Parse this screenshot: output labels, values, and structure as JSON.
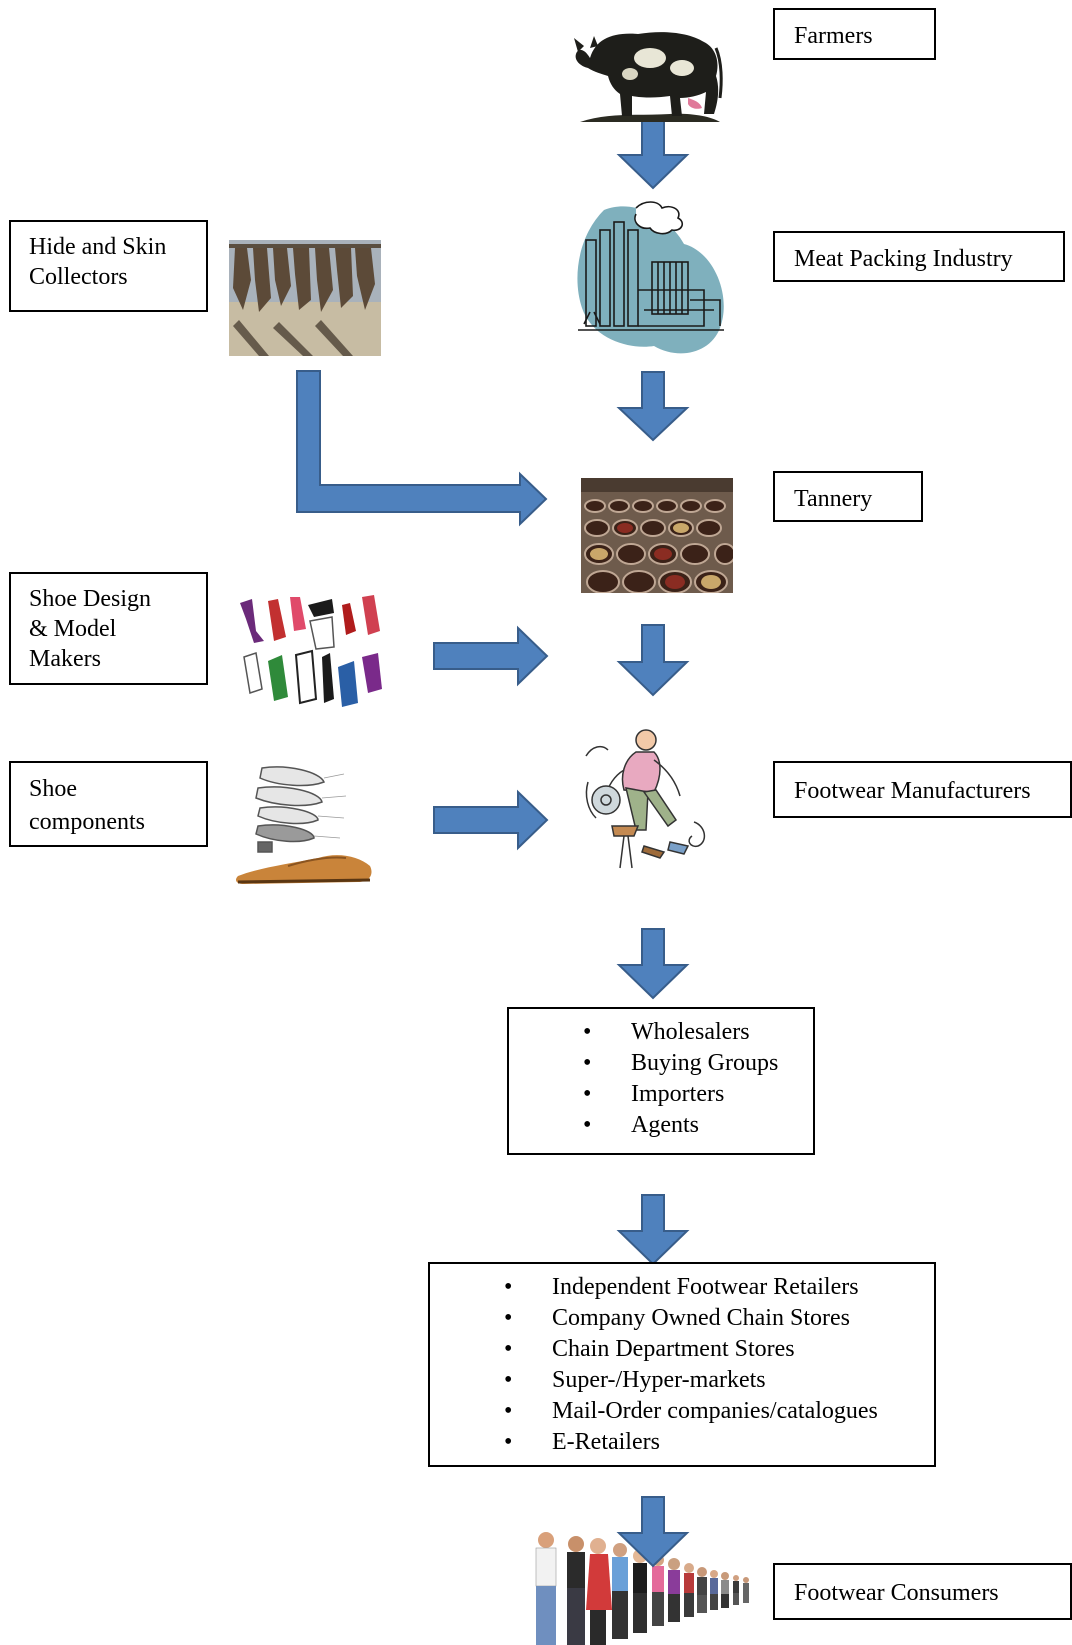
{
  "title": "",
  "nodes": {
    "farmers": "Farmers",
    "meat_packing": "Meat Packing Industry",
    "hide_collectors": [
      "Hide and Skin",
      "Collectors"
    ],
    "tannery": "Tannery",
    "shoe_design": [
      "Shoe Design",
      "& Model",
      "Makers"
    ],
    "shoe_components": [
      "Shoe",
      "components"
    ],
    "manufacturers": "Footwear Manufacturers",
    "consumers": "Footwear Consumers"
  },
  "distributors": [
    "Wholesalers",
    "Buying Groups",
    "Importers",
    "Agents"
  ],
  "retailers": [
    "Independent Footwear Retailers",
    "Company Owned Chain Stores",
    "Chain Department Stores",
    "Super-/Hyper-markets",
    "Mail-Order companies/catalogues",
    "E-Retailers"
  ],
  "images": {
    "farmers": "cow-clipart",
    "meat_packing": "factory-clipart",
    "hide_collectors": "drying-hides-photo",
    "tannery": "tannery-vats-photo",
    "shoe_design": "shoe-sketches",
    "shoe_components": "shoe-components-diagram",
    "manufacturers": "shoemaker-clipart",
    "consumers": "crowd-of-people"
  },
  "colors": {
    "arrow_fill": "#4f81bd",
    "arrow_stroke": "#385d8a"
  }
}
